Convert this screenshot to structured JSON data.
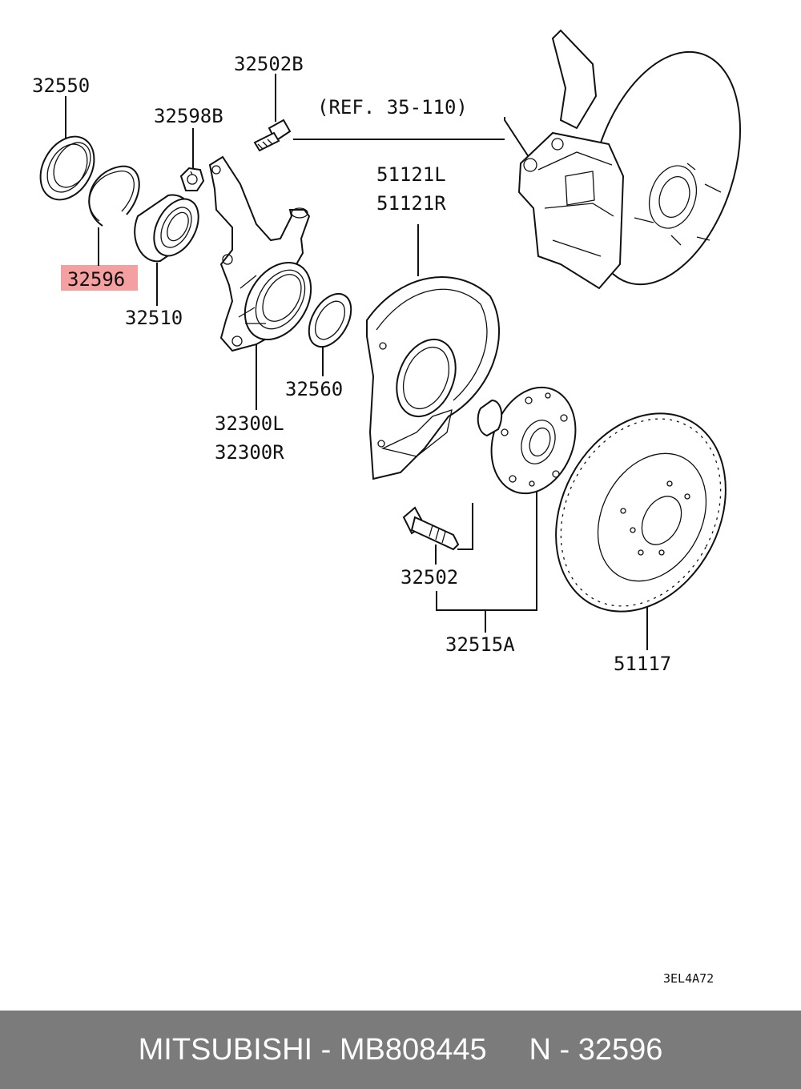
{
  "labels": {
    "p32550": "32550",
    "p32502B": "32502B",
    "p32598B": "32598B",
    "ref": "(REF. 35-110)",
    "p51121L": "51121L",
    "p51121R": "51121R",
    "p32596": "32596",
    "p32510": "32510",
    "p32560": "32560",
    "p32300L": "32300L",
    "p32300R": "32300R",
    "p32502": "32502",
    "p32515A": "32515A",
    "p51117": "51117",
    "diagram_code": "3EL4A72"
  },
  "highlight": {
    "part": "32596",
    "color": "#f4a0a0"
  },
  "footer": {
    "brand": "MITSUBISHI",
    "sep1": " - ",
    "part_number": "MB808445",
    "gap": "     ",
    "n_label": "N",
    "sep2": " - ",
    "n_value": "32596",
    "bg_color": "#7b7b7b"
  }
}
